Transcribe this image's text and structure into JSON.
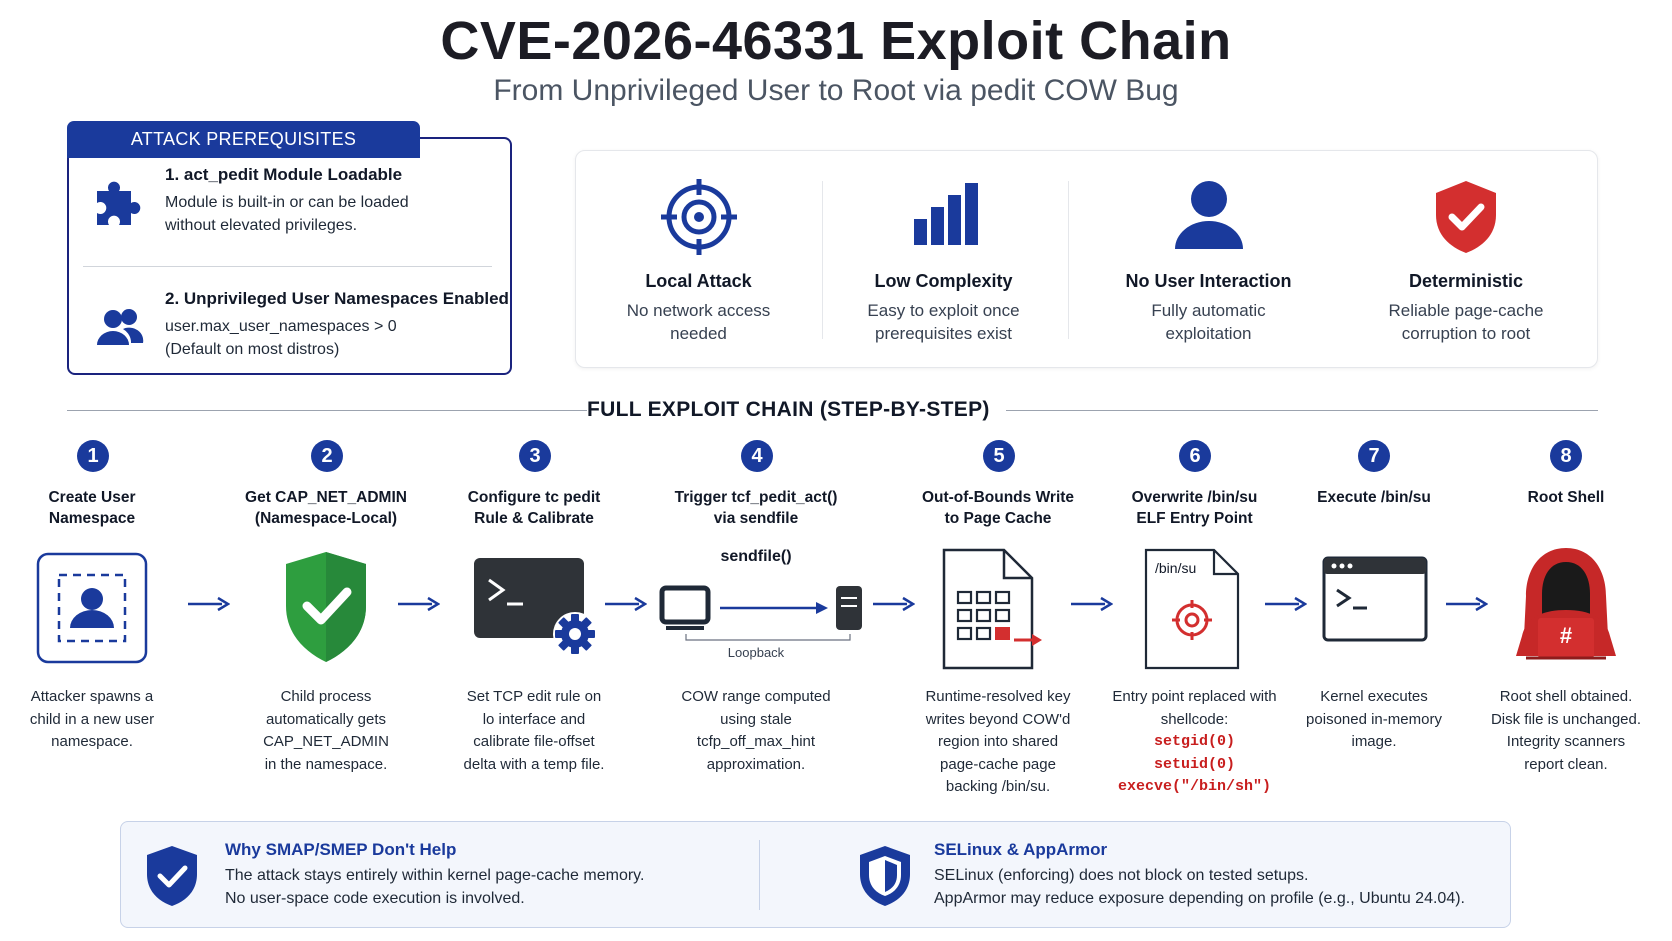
{
  "header": {
    "title": "CVE-2026-46331 Exploit Chain",
    "subtitle": "From Unprivileged User to Root via pedit COW Bug"
  },
  "prerequisites": {
    "heading": "ATTACK PREREQUISITES",
    "items": [
      {
        "title": "1. act_pedit Module Loadable",
        "line1": "Module is built-in or can be loaded",
        "line2": "without elevated privileges.",
        "icon": "puzzle-piece-icon"
      },
      {
        "title": "2. Unprivileged User Namespaces Enabled",
        "line1": "user.max_user_namespaces > 0",
        "line2": "(Default on most distros)",
        "icon": "users-icon"
      }
    ]
  },
  "features": [
    {
      "title": "Local Attack",
      "line1": "No network access",
      "line2": "needed",
      "icon": "crosshair-icon"
    },
    {
      "title": "Low Complexity",
      "line1": "Easy to exploit once",
      "line2": "prerequisites exist",
      "icon": "bar-chart-icon"
    },
    {
      "title": "No User Interaction",
      "line1": "Fully automatic",
      "line2": "exploitation",
      "icon": "user-icon"
    },
    {
      "title": "Deterministic",
      "line1": "Reliable page-cache",
      "line2": "corruption to root",
      "icon": "shield-check-icon"
    }
  ],
  "chain": {
    "heading": "FULL EXPLOIT CHAIN (STEP-BY-STEP)",
    "steps": [
      {
        "num": "1",
        "title1": "Create User",
        "title2": "Namespace",
        "desc": [
          "Attacker spawns a",
          "child in a new user",
          "namespace."
        ],
        "icon": "user-namespace-icon"
      },
      {
        "num": "2",
        "title1": "Get CAP_NET_ADMIN",
        "title2": "(Namespace-Local)",
        "desc": [
          "Child process",
          "automatically gets",
          "CAP_NET_ADMIN",
          "in the namespace."
        ],
        "icon": "shield-check-icon"
      },
      {
        "num": "3",
        "title1": "Configure tc pedit",
        "title2": "Rule & Calibrate",
        "desc": [
          "Set TCP edit rule on",
          "lo interface and",
          "calibrate file-offset",
          "delta with a temp file."
        ],
        "icon": "terminal-gear-icon"
      },
      {
        "num": "4",
        "title1": "Trigger tcf_pedit_act()",
        "title2": "via sendfile",
        "desc": [
          "COW range computed",
          "using stale",
          "tcfp_off_max_hint",
          "approximation."
        ],
        "icon": "sendfile-loopback-icon",
        "diagram_top": "sendfile()",
        "diagram_bottom": "Loopback"
      },
      {
        "num": "5",
        "title1": "Out-of-Bounds Write",
        "title2": "to Page Cache",
        "desc": [
          "Runtime-resolved key",
          "writes beyond COW'd",
          "region into shared",
          "page-cache page",
          "backing /bin/su."
        ],
        "icon": "page-cache-document-icon"
      },
      {
        "num": "6",
        "title1": "Overwrite /bin/su",
        "title2": "ELF Entry Point",
        "desc": [
          "Entry point replaced with",
          "shellcode:"
        ],
        "icon": "target-document-icon",
        "doc_label": "/bin/su",
        "code": [
          "setgid(0)",
          "setuid(0)",
          "execve(\"/bin/sh\")"
        ]
      },
      {
        "num": "7",
        "title1": "Execute /bin/su",
        "title2": "",
        "desc": [
          "Kernel executes",
          "poisoned in-memory",
          "image."
        ],
        "icon": "terminal-window-icon"
      },
      {
        "num": "8",
        "title1": "Root Shell",
        "title2": "",
        "desc": [
          "Root shell obtained.",
          "Disk file is unchanged.",
          "Integrity scanners",
          "report clean."
        ],
        "icon": "hooded-hacker-icon",
        "badge": "#"
      }
    ]
  },
  "notes": [
    {
      "title": "Why SMAP/SMEP Don't Help",
      "line1": "The attack stays entirely within kernel page-cache memory.",
      "line2": "No user-space code execution is involved.",
      "icon": "shield-check-icon"
    },
    {
      "title": "SELinux & AppArmor",
      "line1": "SELinux (enforcing) does not block on tested setups.",
      "line2": "AppArmor may reduce exposure depending on profile (e.g., Ubuntu 24.04).",
      "icon": "shield-outline-icon"
    }
  ],
  "colors": {
    "navy": "#1a3a9c",
    "green": "#2e9e3f",
    "red": "#d32f2f",
    "code_red": "#c81e1e",
    "dark": "#2f3338"
  }
}
